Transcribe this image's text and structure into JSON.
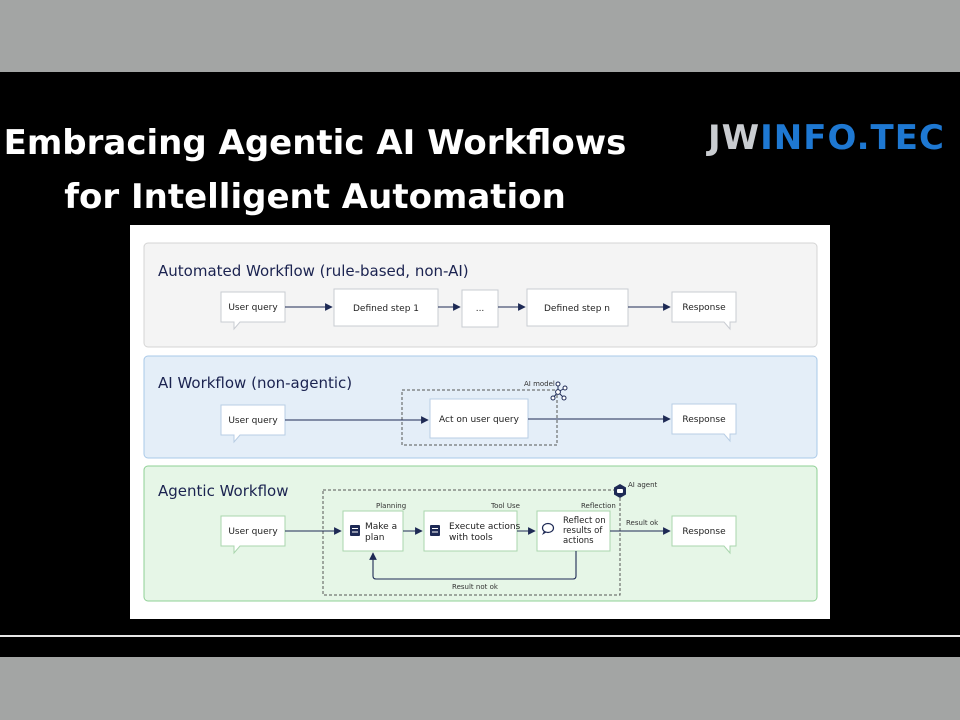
{
  "title": {
    "line1": "Embracing Agentic AI Workflows",
    "line2": "for Intelligent Automation"
  },
  "logo": {
    "part1": "JW",
    "part2": "INFO.TEC"
  },
  "colors": {
    "automated_panel": "#f4f4f4",
    "ai_panel": "#e4eef8",
    "agentic_panel": "#e6f6e7",
    "logo_blue": "#1e78d2",
    "arrow": "#1e2a55"
  },
  "diagram": {
    "automated": {
      "heading": "Automated Workflow (rule-based, non-AI)",
      "user_query": "User query",
      "step1": "Defined step 1",
      "ellipsis": "...",
      "stepn": "Defined step n",
      "response": "Response"
    },
    "ai": {
      "heading": "AI Workflow (non-agentic)",
      "user_query": "User query",
      "model_label": "AI model",
      "model_icon": "network-icon",
      "act": "Act on user query",
      "response": "Response"
    },
    "agentic": {
      "heading": "Agentic Workflow",
      "agent_label": "AI agent",
      "agent_icon": "robot-icon",
      "user_query": "User query",
      "planning": "Planning",
      "plan_line1": "Make a",
      "plan_line2": "plan",
      "tool_use": "Tool Use",
      "exec_line1": "Execute actions",
      "exec_line2": "with tools",
      "reflection": "Reflection",
      "reflect_line1": "Reflect on",
      "reflect_line2": "results of",
      "reflect_line3": "actions",
      "result_ok": "Result ok",
      "result_not_ok": "Result not ok",
      "response": "Response"
    }
  }
}
